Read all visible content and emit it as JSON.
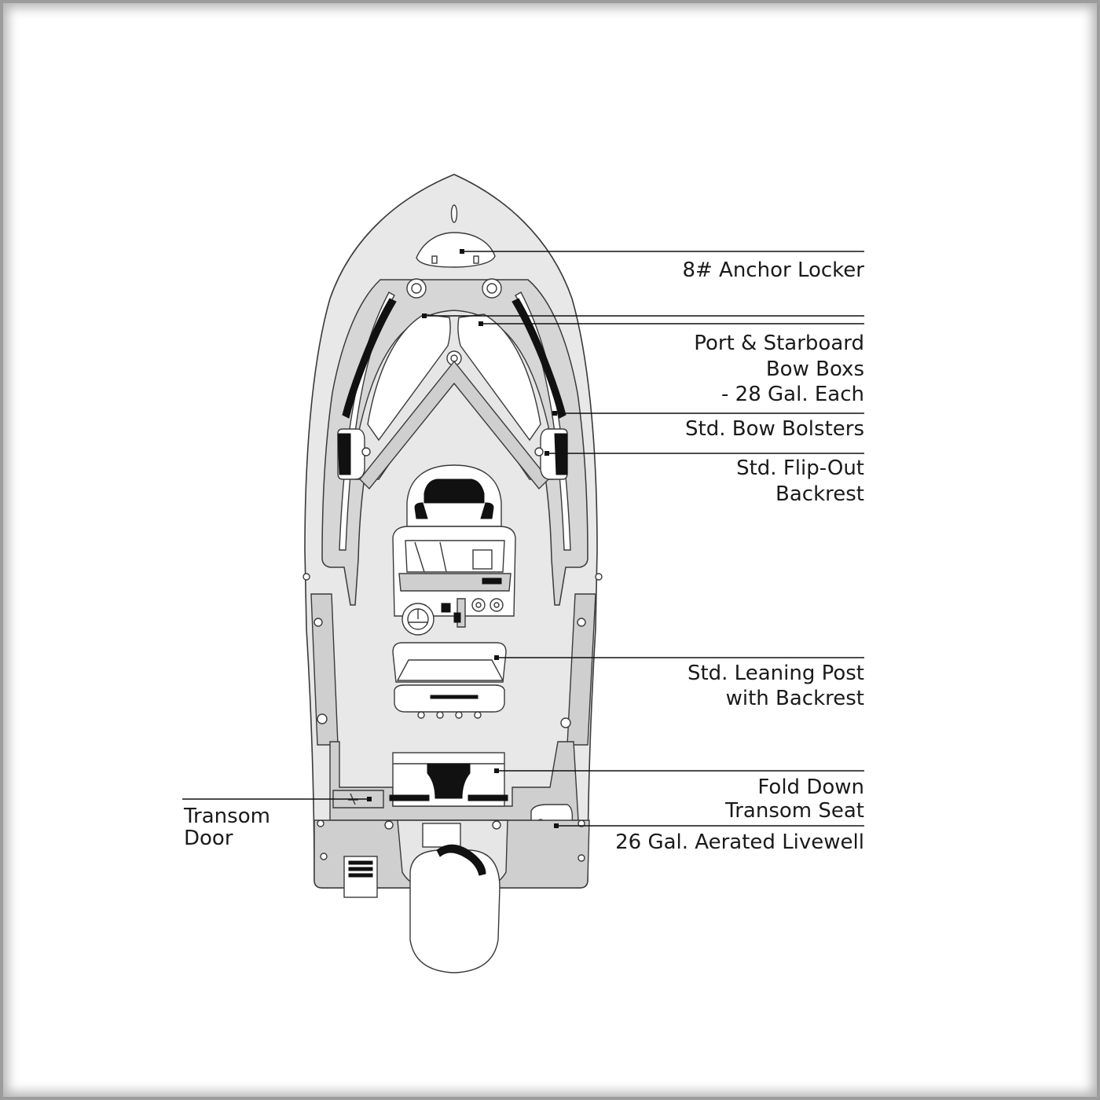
{
  "labels": {
    "anchor_locker": "8# Anchor Locker",
    "bow_boxes": [
      "Port & Starboard",
      "Bow Boxs",
      "- 28 Gal. Each"
    ],
    "bow_bolsters": "Std. Bow Bolsters",
    "flip_out_backrest": [
      "Std. Flip-Out",
      "Backrest"
    ],
    "leaning_post": [
      "Std. Leaning Post",
      "with Backrest"
    ],
    "transom_seat": [
      "Fold Down",
      "Transom Seat"
    ],
    "livewell": "26 Gal. Aerated Livewell",
    "transom_door": [
      "Transom",
      "Door"
    ]
  },
  "colors": {
    "hull": "#e8e8e8",
    "gunwale": "#d6d6d6",
    "cushion": "#111111",
    "line": "#3a3a3a"
  }
}
